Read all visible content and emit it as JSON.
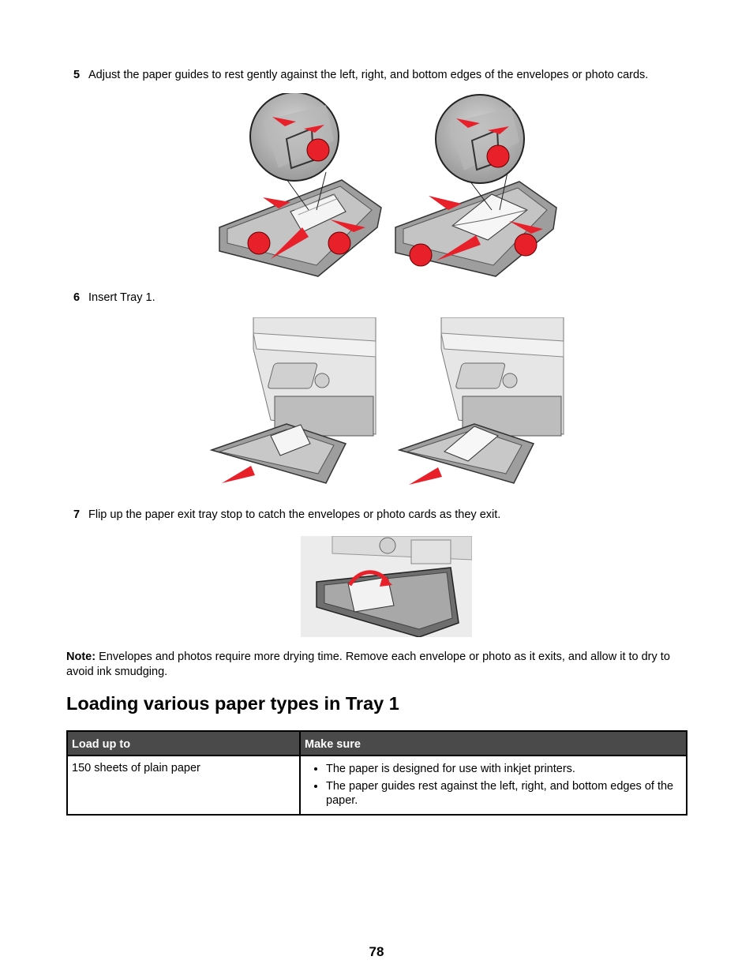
{
  "steps": [
    {
      "num": "5",
      "text": "Adjust the paper guides to rest gently against the left, right, and bottom edges of the envelopes or photo cards."
    },
    {
      "num": "6",
      "text": "Insert Tray 1."
    },
    {
      "num": "7",
      "text": "Flip up the paper exit tray stop to catch the envelopes or photo cards as they exit."
    }
  ],
  "note": {
    "label": "Note:",
    "text": "Envelopes and photos require more drying time. Remove each envelope or photo as it exits, and allow it to dry to avoid ink smudging."
  },
  "section_title": "Loading various paper types in Tray 1",
  "table": {
    "headers": [
      "Load up to",
      "Make sure"
    ],
    "rows": [
      {
        "load": "150 sheets of plain paper",
        "make_sure": [
          "The paper is designed for use with inkjet printers.",
          "The paper guides rest against the left, right, and bottom edges of the paper."
        ]
      }
    ]
  },
  "page_number": "78",
  "colors": {
    "accent_red": "#e8202a",
    "header_bg": "#4a4a4a",
    "gray": "#8a8a8a"
  }
}
